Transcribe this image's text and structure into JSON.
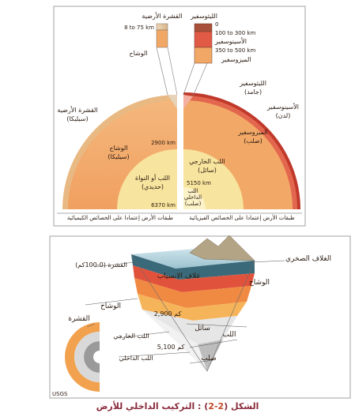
{
  "top": {
    "left_labels": {
      "crust_title": "القشرة الأرضية",
      "crust_depth": "8 to 75 km",
      "mantle_zoom": "الوشاح",
      "crust": "القشرة الأرضية",
      "crust_sub": "(سيليكا)",
      "mantle": "الوشاح",
      "mantle_sub": "(سيليكا)",
      "core": "اللب أو النواة",
      "core_sub": "(حديدي)",
      "d2900": "2900 km",
      "d6370": "6370 km"
    },
    "right_labels": {
      "litho_title": "الليثوسفير",
      "d0": "0",
      "d100_300": "100 to 300 km",
      "astheno_zoom": "الأسينوسفير",
      "d350_500": "350 to 500 km",
      "meso_zoom": "الميزوسفير",
      "litho": "الليثوسفير",
      "litho_sub": "(جامد)",
      "astheno": "الأسينوسفير",
      "astheno_sub": "(لدن)",
      "meso": "الميزوسفير",
      "meso_sub": "(صلب)",
      "outer_core": "اللب الخارجي",
      "outer_core_sub": "(سائل)",
      "d5150": "5150 km",
      "inner_core": "اللب",
      "inner_core_2": "الداخلي",
      "inner_core_sub": "(صلب)"
    },
    "bottom_left": "طبقات الأرض إعتمادا على الخصائص الكيميائية",
    "bottom_right": "طبقات الأرض إعتمادا على الخصائص الفيزيائية"
  },
  "bottom": {
    "rocky_shell": "الغلاف الصخري",
    "crust_range": "القشرة (0-100كم)",
    "astheno": "غلاف الانسياب",
    "mantle_right": "الوشاح",
    "mantle_left": "الوشاح",
    "d2900": "2,900 كم",
    "crust_side": "القشرة",
    "liquid": "سائل",
    "core": "اللب",
    "outer_core": "اللب الخارجي",
    "d5100": "5,100 كم",
    "inner_core": "اللب الداخلي",
    "solid": "صلب",
    "source": "USGS"
  },
  "caption": {
    "prefix": "الشكل (",
    "number": "2-2",
    "suffix": ") : التركيب الداخلي للأرض"
  },
  "colors": {
    "crust": "#e8b27a",
    "mantle": "#f1a56a",
    "outer_core": "#f6df9a",
    "inner_core": "#fbf0c4",
    "astheno": "#e0604a",
    "litho": "#c0392b",
    "caption": "#8a2a3a"
  }
}
